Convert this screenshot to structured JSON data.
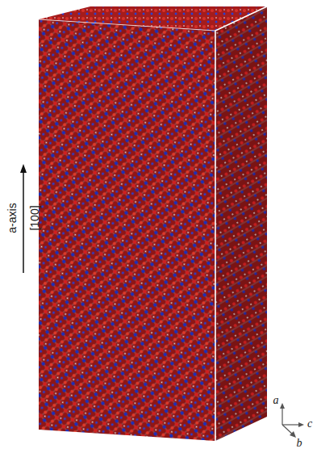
{
  "diagram": {
    "labels": [
      "a-axis",
      "[100]",
      "a",
      "c",
      "b"
    ]
  }
}
